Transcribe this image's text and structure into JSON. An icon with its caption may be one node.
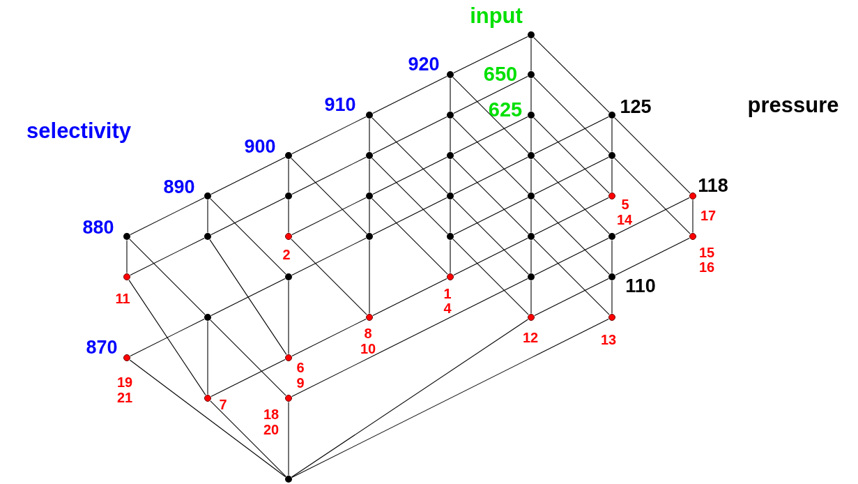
{
  "diagram": {
    "nodes": [
      {
        "text": [],
        "shape": "circle"
      },
      {
        "text": [],
        "shape": "circle",
        "beside": [
          "920"
        ]
      },
      {
        "text": [],
        "shape": "circle",
        "beside": [
          "650"
        ]
      },
      {
        "text": [],
        "shape": "circle",
        "beside": [
          "910"
        ]
      },
      {
        "text": [],
        "shape": "circle"
      },
      {
        "text": [],
        "shape": "circle",
        "beside": [
          "625"
        ]
      },
      {
        "text": [],
        "shape": "circle",
        "beside": [
          "125"
        ]
      },
      {
        "text": [],
        "shape": "circle",
        "beside": [
          "900"
        ]
      },
      {
        "text": [],
        "shape": "circle"
      },
      {
        "text": [],
        "shape": "circle"
      },
      {
        "text": [],
        "shape": "circle"
      },
      {
        "text": [],
        "shape": "circle"
      },
      {
        "text": [],
        "shape": "circle",
        "beside": [
          "890"
        ]
      },
      {
        "text": [],
        "shape": "circle"
      },
      {
        "text": [],
        "shape": "circle"
      },
      {
        "text": [],
        "shape": "circle"
      },
      {
        "text": [],
        "shape": "circle"
      },
      {
        "text": [],
        "shape": "circle",
        "beside": [
          "5",
          "14"
        ]
      },
      {
        "text": [],
        "shape": "circle",
        "beside": [
          "118",
          "17"
        ]
      },
      {
        "text": [],
        "shape": "circle",
        "beside": [
          "880"
        ]
      },
      {
        "text": [],
        "shape": "circle"
      },
      {
        "text": [],
        "shape": "circle",
        "beside": [
          "2"
        ]
      },
      {
        "text": [],
        "shape": "circle"
      },
      {
        "text": [],
        "shape": "circle"
      },
      {
        "text": [],
        "shape": "circle"
      },
      {
        "text": [],
        "shape": "circle"
      },
      {
        "text": [],
        "shape": "circle",
        "beside": [
          "15",
          "16"
        ]
      },
      {
        "text": [],
        "shape": "circle",
        "beside": [
          "11"
        ]
      },
      {
        "text": [],
        "shape": "circle"
      },
      {
        "text": [],
        "shape": "circle",
        "beside": [
          "1",
          "4"
        ]
      },
      {
        "text": [],
        "shape": "circle"
      },
      {
        "text": [],
        "shape": "circle",
        "beside": [
          "110"
        ]
      },
      {
        "text": [],
        "shape": "circle"
      },
      {
        "text": [],
        "shape": "circle",
        "beside": [
          "8",
          "10"
        ]
      },
      {
        "text": [],
        "shape": "circle",
        "beside": [
          "12"
        ]
      },
      {
        "text": [],
        "shape": "circle",
        "beside": [
          "13"
        ]
      },
      {
        "text": [],
        "shape": "circle",
        "beside": [
          "870",
          "19",
          "21"
        ]
      },
      {
        "text": [],
        "shape": "circle",
        "beside": [
          "6",
          "9"
        ]
      },
      {
        "text": [],
        "shape": "circle",
        "beside": [
          "7"
        ]
      },
      {
        "text": [],
        "shape": "circle",
        "beside": [
          "18",
          "20"
        ]
      },
      {
        "text": [],
        "shape": "circle"
      }
    ],
    "edges": [
      {
        "from": 0,
        "to": 1,
        "arrow": "none"
      },
      {
        "from": 1,
        "to": 3,
        "arrow": "none"
      },
      {
        "from": 3,
        "to": 7,
        "arrow": "none"
      },
      {
        "from": 7,
        "to": 12,
        "arrow": "none"
      },
      {
        "from": 12,
        "to": 19,
        "arrow": "none"
      },
      {
        "from": 2,
        "to": 4,
        "arrow": "none"
      },
      {
        "from": 4,
        "to": 8,
        "arrow": "none"
      },
      {
        "from": 8,
        "to": 13,
        "arrow": "none"
      },
      {
        "from": 13,
        "to": 20,
        "arrow": "none"
      },
      {
        "from": 20,
        "to": 27,
        "arrow": "none"
      },
      {
        "from": 5,
        "to": 9,
        "arrow": "none"
      },
      {
        "from": 9,
        "to": 14,
        "arrow": "none"
      },
      {
        "from": 14,
        "to": 21,
        "arrow": "none"
      },
      {
        "from": 6,
        "to": 10,
        "arrow": "none"
      },
      {
        "from": 10,
        "to": 15,
        "arrow": "none"
      },
      {
        "from": 15,
        "to": 22,
        "arrow": "none"
      },
      {
        "from": 22,
        "to": 28,
        "arrow": "none"
      },
      {
        "from": 28,
        "to": 32,
        "arrow": "none"
      },
      {
        "from": 32,
        "to": 36,
        "arrow": "none"
      },
      {
        "from": 11,
        "to": 16,
        "arrow": "none"
      },
      {
        "from": 16,
        "to": 23,
        "arrow": "none"
      },
      {
        "from": 17,
        "to": 24,
        "arrow": "none"
      },
      {
        "from": 24,
        "to": 29,
        "arrow": "none"
      },
      {
        "from": 29,
        "to": 33,
        "arrow": "none"
      },
      {
        "from": 33,
        "to": 37,
        "arrow": "none"
      },
      {
        "from": 37,
        "to": 38,
        "arrow": "none"
      },
      {
        "from": 18,
        "to": 25,
        "arrow": "none"
      },
      {
        "from": 25,
        "to": 30,
        "arrow": "none"
      },
      {
        "from": 30,
        "to": 39,
        "arrow": "none"
      },
      {
        "from": 26,
        "to": 31,
        "arrow": "none"
      },
      {
        "from": 31,
        "to": 34,
        "arrow": "none"
      },
      {
        "from": 0,
        "to": 2,
        "arrow": "none"
      },
      {
        "from": 2,
        "to": 5,
        "arrow": "none"
      },
      {
        "from": 5,
        "to": 10,
        "arrow": "none"
      },
      {
        "from": 10,
        "to": 16,
        "arrow": "none"
      },
      {
        "from": 16,
        "to": 24,
        "arrow": "none"
      },
      {
        "from": 24,
        "to": 30,
        "arrow": "none"
      },
      {
        "from": 30,
        "to": 34,
        "arrow": "none"
      },
      {
        "from": 1,
        "to": 4,
        "arrow": "none"
      },
      {
        "from": 4,
        "to": 9,
        "arrow": "none"
      },
      {
        "from": 9,
        "to": 15,
        "arrow": "none"
      },
      {
        "from": 15,
        "to": 23,
        "arrow": "none"
      },
      {
        "from": 23,
        "to": 29,
        "arrow": "none"
      },
      {
        "from": 3,
        "to": 8,
        "arrow": "none"
      },
      {
        "from": 8,
        "to": 14,
        "arrow": "none"
      },
      {
        "from": 14,
        "to": 22,
        "arrow": "none"
      },
      {
        "from": 22,
        "to": 33,
        "arrow": "none"
      },
      {
        "from": 7,
        "to": 13,
        "arrow": "none"
      },
      {
        "from": 13,
        "to": 21,
        "arrow": "none"
      },
      {
        "from": 12,
        "to": 20,
        "arrow": "none"
      },
      {
        "from": 19,
        "to": 27,
        "arrow": "none"
      },
      {
        "from": 6,
        "to": 11,
        "arrow": "none"
      },
      {
        "from": 11,
        "to": 17,
        "arrow": "none"
      },
      {
        "from": 25,
        "to": 31,
        "arrow": "none"
      },
      {
        "from": 31,
        "to": 35,
        "arrow": "none"
      },
      {
        "from": 18,
        "to": 26,
        "arrow": "none"
      },
      {
        "from": 28,
        "to": 37,
        "arrow": "none"
      },
      {
        "from": 32,
        "to": 38,
        "arrow": "none"
      },
      {
        "from": 39,
        "to": 40,
        "arrow": "none"
      },
      {
        "from": 0,
        "to": 6,
        "arrow": "none"
      },
      {
        "from": 6,
        "to": 18,
        "arrow": "none"
      },
      {
        "from": 2,
        "to": 11,
        "arrow": "none"
      },
      {
        "from": 11,
        "to": 26,
        "arrow": "none"
      },
      {
        "from": 1,
        "to": 10,
        "arrow": "none"
      },
      {
        "from": 10,
        "to": 25,
        "arrow": "none"
      },
      {
        "from": 5,
        "to": 17,
        "arrow": "none"
      },
      {
        "from": 4,
        "to": 16,
        "arrow": "none"
      },
      {
        "from": 16,
        "to": 31,
        "arrow": "none"
      },
      {
        "from": 3,
        "to": 15,
        "arrow": "none"
      },
      {
        "from": 15,
        "to": 30,
        "arrow": "none"
      },
      {
        "from": 9,
        "to": 24,
        "arrow": "none"
      },
      {
        "from": 24,
        "to": 35,
        "arrow": "none"
      },
      {
        "from": 8,
        "to": 23,
        "arrow": "none"
      },
      {
        "from": 23,
        "to": 34,
        "arrow": "none"
      },
      {
        "from": 7,
        "to": 22,
        "arrow": "none"
      },
      {
        "from": 14,
        "to": 29,
        "arrow": "none"
      },
      {
        "from": 21,
        "to": 33,
        "arrow": "none"
      },
      {
        "from": 12,
        "to": 28,
        "arrow": "none"
      },
      {
        "from": 19,
        "to": 32,
        "arrow": "none"
      },
      {
        "from": 32,
        "to": 39,
        "arrow": "none"
      },
      {
        "from": 20,
        "to": 37,
        "arrow": "none"
      },
      {
        "from": 27,
        "to": 38,
        "arrow": "none"
      },
      {
        "from": 36,
        "to": 40,
        "arrow": "none"
      },
      {
        "from": 38,
        "to": 40,
        "arrow": "none"
      },
      {
        "from": 34,
        "to": 40,
        "arrow": "none"
      },
      {
        "from": 35,
        "to": 40,
        "arrow": "none"
      }
    ],
    "labels": [
      "input",
      "selectivity",
      "pressure"
    ]
  }
}
